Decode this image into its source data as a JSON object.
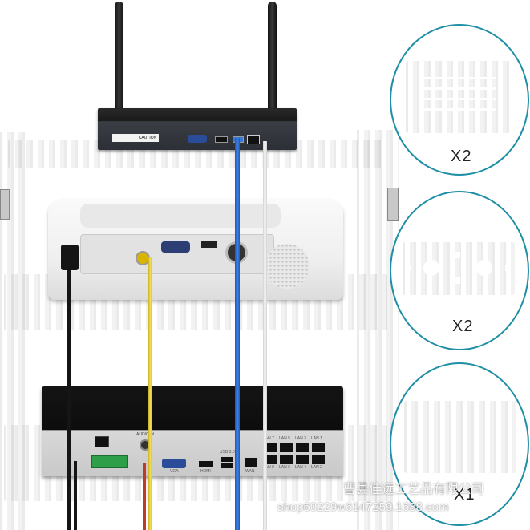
{
  "scene": {
    "subject": "wooden three-tier wall shelf holding networking and projector equipment",
    "colors": {
      "wood": "#6b4a2d",
      "accent_circle": "#1f8fa6",
      "cable_blue": "#2f73d6",
      "cable_white": "#eeeeee",
      "cable_yellow": "#e9d33a",
      "cable_black": "#1a1a1a",
      "cable_red": "#c0392b"
    }
  },
  "parts": [
    {
      "quantity": "X2",
      "icon": "slatted-shelf-panel"
    },
    {
      "quantity": "X2",
      "icon": "bracket-plate-with-holes"
    },
    {
      "quantity": "X1",
      "icon": "solid-back-panel"
    }
  ],
  "device_labels": {
    "router_caution": "CAUTION",
    "nvr_usb": "USB 3.0",
    "nvr_audio": "AUDIO IN",
    "nvr_vga": "VGA",
    "nvr_hdmi": "HDMI",
    "nvr_wan": "WAN",
    "lan_top": [
      "LAN 7",
      "LAN 5",
      "LAN 3",
      "LAN 1"
    ],
    "lan_bottom": [
      "LAN 8",
      "LAN 6",
      "LAN 4",
      "LAN 2"
    ]
  },
  "watermark": {
    "company": "曹县佳远工艺品有限公司",
    "shop": "shop60229w6147259.1688.com"
  }
}
